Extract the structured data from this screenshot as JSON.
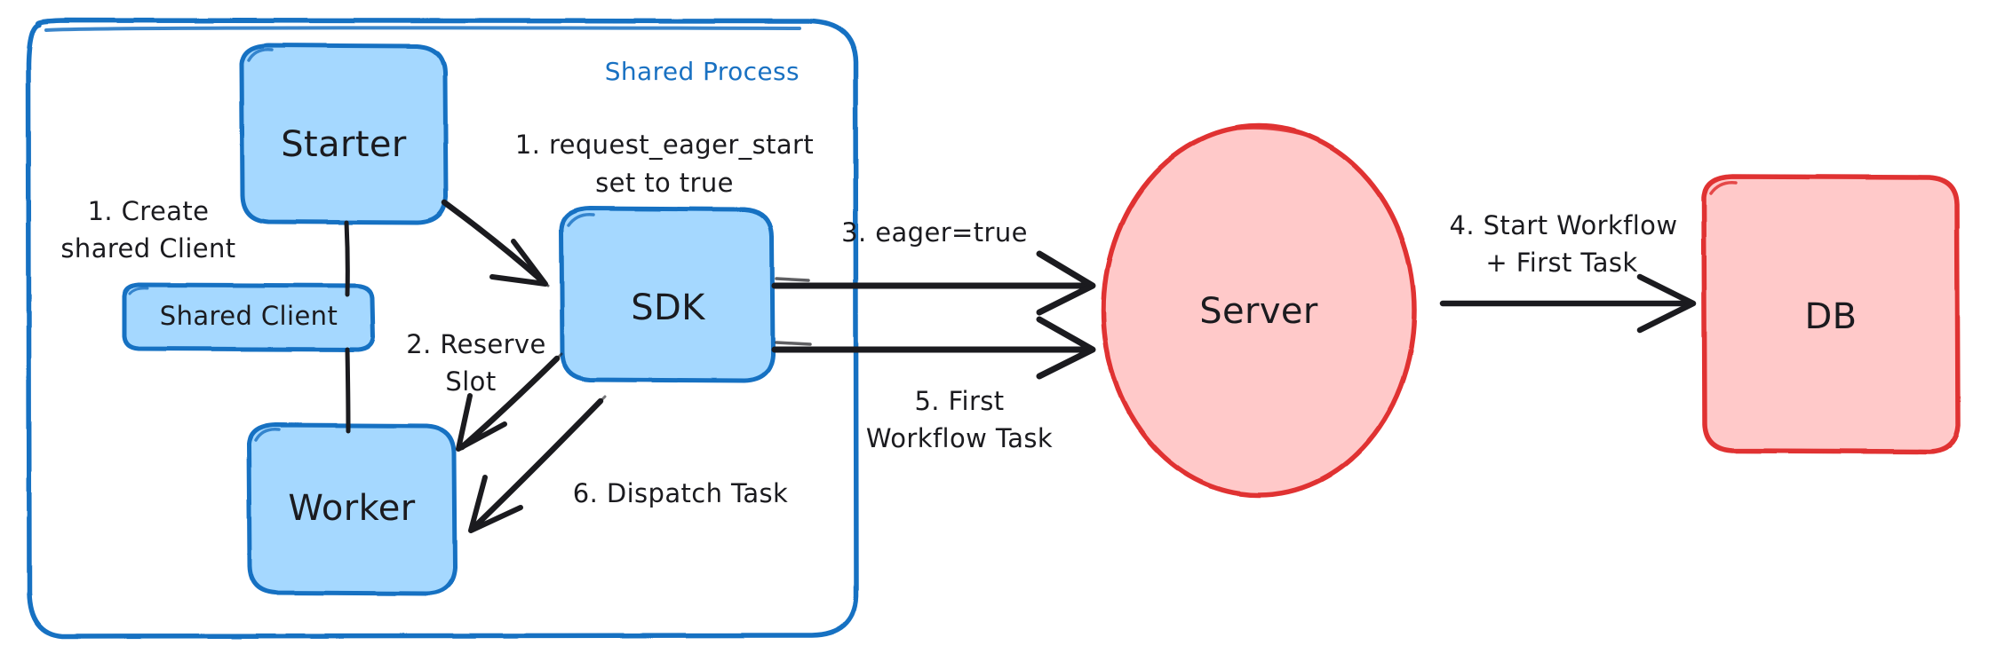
{
  "diagram": {
    "title": "Eager Workflow Start flow",
    "colors": {
      "blue_stroke": "#1971c2",
      "blue_fill": "#a5d8ff",
      "red_stroke": "#e03131",
      "red_fill": "#ffc9c9",
      "ink": "#1b1b1f",
      "background": "#ffffff"
    },
    "group": {
      "name": "shared-process-group",
      "label": "Shared Process"
    },
    "nodes": [
      {
        "id": "starter",
        "label": "Starter",
        "shape": "rounded-rect",
        "color": "blue"
      },
      {
        "id": "shared-client",
        "label": "Shared Client",
        "shape": "rounded-rect",
        "color": "blue"
      },
      {
        "id": "worker",
        "label": "Worker",
        "shape": "rounded-rect",
        "color": "blue"
      },
      {
        "id": "sdk",
        "label": "SDK",
        "shape": "rounded-rect",
        "color": "blue"
      },
      {
        "id": "server",
        "label": "Server",
        "shape": "ellipse",
        "color": "red"
      },
      {
        "id": "db",
        "label": "DB",
        "shape": "rounded-rect",
        "color": "red"
      }
    ],
    "edge_labels": {
      "create_shared_client_line1": "1. Create",
      "create_shared_client_line2": "shared Client",
      "request_eager_start_line1": "1. request_eager_start",
      "request_eager_start_line2": "set to true",
      "reserve_slot_line1": "2. Reserve",
      "reserve_slot_line2": "Slot",
      "eager_true": "3. eager=true",
      "start_workflow_line1": "4. Start Workflow",
      "start_workflow_line2": "+ First Task",
      "first_workflow_task_line1": "5. First",
      "first_workflow_task_line2": "Workflow Task",
      "dispatch_task": "6. Dispatch Task"
    }
  }
}
